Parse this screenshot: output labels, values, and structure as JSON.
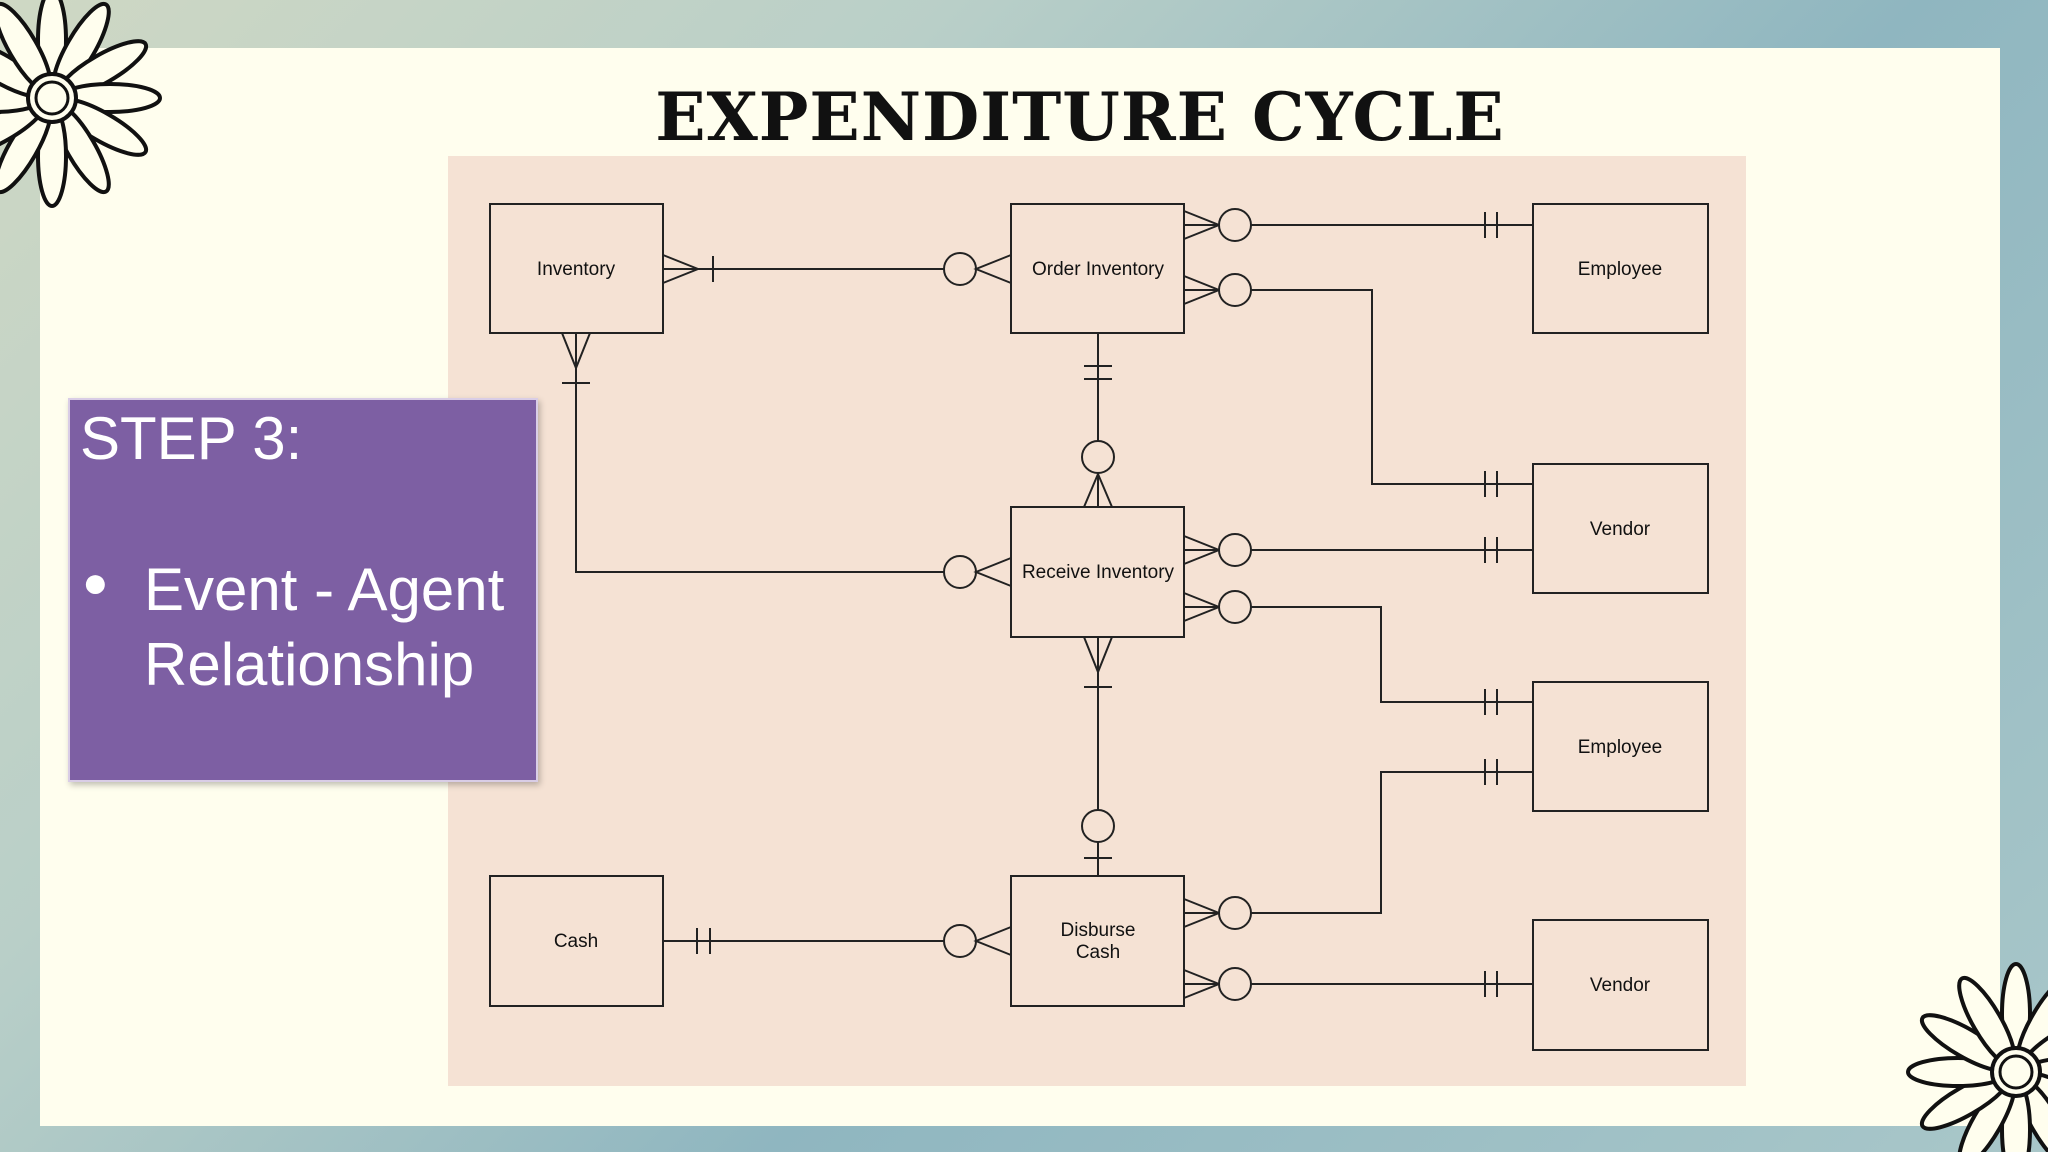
{
  "slide": {
    "title": "EXPENDITURE CYCLE"
  },
  "step": {
    "heading": "STEP 3:",
    "bullet": "Event - Agent Relationship"
  },
  "entities": {
    "inventory": "Inventory",
    "order_inventory": "Order Inventory",
    "employee_1": "Employee",
    "vendor_1": "Vendor",
    "receive_inventory": "Receive Inventory",
    "employee_2": "Employee",
    "cash": "Cash",
    "disburse_cash_line1": "Disburse",
    "disburse_cash_line2": "Cash",
    "vendor_2": "Vendor"
  },
  "colors": {
    "panel": "#fffeee",
    "diagram_background": "#f5e2d4",
    "step_box": "#7d5fa3"
  }
}
